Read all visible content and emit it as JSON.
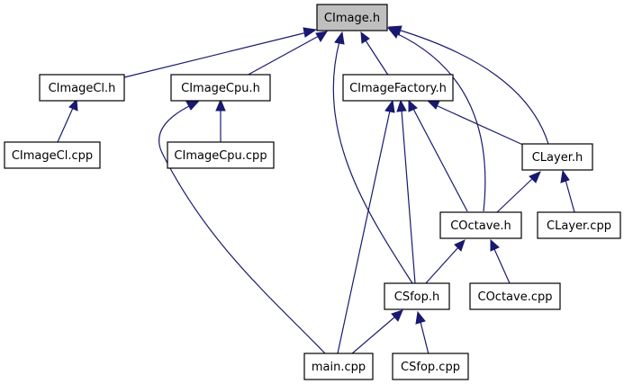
{
  "colors": {
    "edge": "#191970",
    "node_fill": "#ffffff",
    "focus_fill": "#bfbfbf",
    "border": "#000000"
  },
  "nodes": {
    "cimage_h": "CImage.h",
    "cimagecl_h": "CImageCl.h",
    "cimagecpu_h": "CImageCpu.h",
    "cimagefactory_h": "CImageFactory.h",
    "clayer_h": "CLayer.h",
    "cimagecl_cpp": "CImageCl.cpp",
    "cimagecpu_cpp": "CImageCpu.cpp",
    "coctave_h": "COctave.h",
    "clayer_cpp": "CLayer.cpp",
    "csfop_h": "CSfop.h",
    "coctave_cpp": "COctave.cpp",
    "main_cpp": "main.cpp",
    "csfop_cpp": "CSfop.cpp"
  },
  "edges": [
    {
      "from": "cimagecl_h",
      "to": "cimage_h"
    },
    {
      "from": "cimagecpu_h",
      "to": "cimage_h"
    },
    {
      "from": "cimagefactory_h",
      "to": "cimage_h"
    },
    {
      "from": "clayer_h",
      "to": "cimage_h"
    },
    {
      "from": "coctave_h",
      "to": "cimage_h"
    },
    {
      "from": "csfop_h",
      "to": "cimage_h"
    },
    {
      "from": "cimagecl_cpp",
      "to": "cimagecl_h"
    },
    {
      "from": "cimagecpu_cpp",
      "to": "cimagecpu_h"
    },
    {
      "from": "main_cpp",
      "to": "cimagecpu_h"
    },
    {
      "from": "clayer_h",
      "to": "cimagefactory_h"
    },
    {
      "from": "coctave_h",
      "to": "cimagefactory_h"
    },
    {
      "from": "csfop_h",
      "to": "cimagefactory_h"
    },
    {
      "from": "main_cpp",
      "to": "cimagefactory_h"
    },
    {
      "from": "coctave_h",
      "to": "clayer_h"
    },
    {
      "from": "clayer_cpp",
      "to": "clayer_h"
    },
    {
      "from": "csfop_h",
      "to": "coctave_h"
    },
    {
      "from": "coctave_cpp",
      "to": "coctave_h"
    },
    {
      "from": "main_cpp",
      "to": "csfop_h"
    },
    {
      "from": "csfop_cpp",
      "to": "csfop_h"
    }
  ]
}
